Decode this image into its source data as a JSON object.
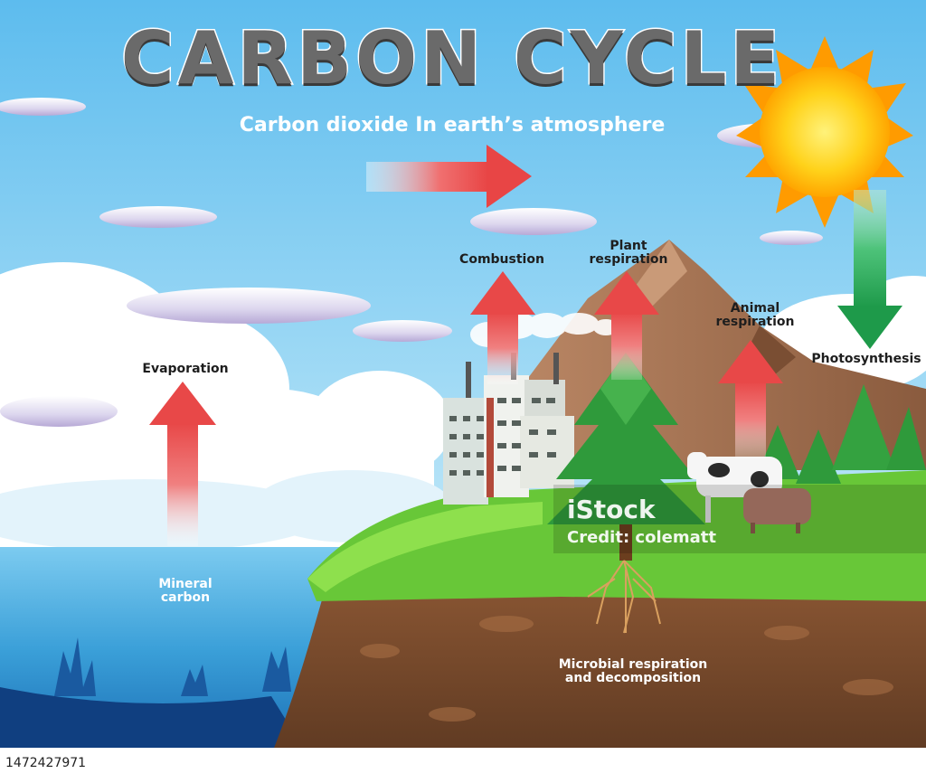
{
  "title": "CARBON CYCLE",
  "subtitle": "Carbon dioxide In earth’s atmosphere",
  "labels": {
    "evaporation": "Evaporation",
    "combustion": "Combustion",
    "plant_respiration_1": "Plant",
    "plant_respiration_2": "respiration",
    "animal_respiration_1": "Animal",
    "animal_respiration_2": "respiration",
    "photosynthesis": "Photosynthesis",
    "mineral_carbon_1": "Mineral",
    "mineral_carbon_2": "carbon",
    "microbial_1": "Microbial respiration",
    "microbial_2": "and decomposition"
  },
  "watermark": {
    "brand": "iStock",
    "credit": "Credit: colematt"
  },
  "footer": {
    "image_id": "1472427971"
  },
  "colors": {
    "sky_top": "#6cc2ef",
    "sky_bottom": "#e4f5fc",
    "arrow_red": "#e84b4b",
    "arrow_green": "#1e9a4a",
    "sun": "#ffb800",
    "grass": "#6dc83a",
    "soil": "#7b4a2c",
    "water": "#2a86c4",
    "mountain": "#9b6a4a"
  }
}
